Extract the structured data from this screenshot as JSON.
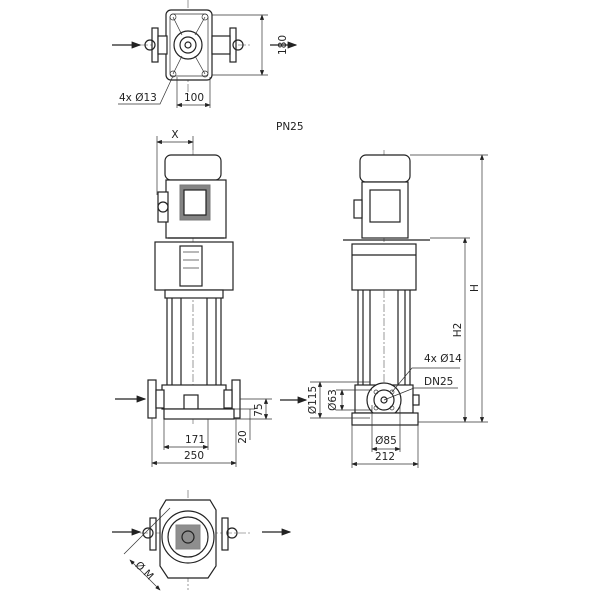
{
  "title": "Pump dimension drawing",
  "pressure_rating": "PN25",
  "top_view": {
    "width_dim": "180",
    "hole_spacing": "100",
    "holes": "4x Ø13"
  },
  "front_view": {
    "motor_offset": "X",
    "base_width": "171",
    "overall_width": "250",
    "foot_height": "20",
    "inlet_height": "75"
  },
  "side_view": {
    "total_height": "H",
    "height_h2": "H2",
    "flange_holes": "4x Ø14",
    "nominal_size": "DN25",
    "flange_diameter": "Ø115",
    "raised_face": "Ø63",
    "bolt_circle": "Ø85",
    "base_depth": "212"
  },
  "bottom_view": {
    "motor_diameter": "Ø M"
  },
  "colors": {
    "line": "#222222",
    "background": "#ffffff"
  }
}
